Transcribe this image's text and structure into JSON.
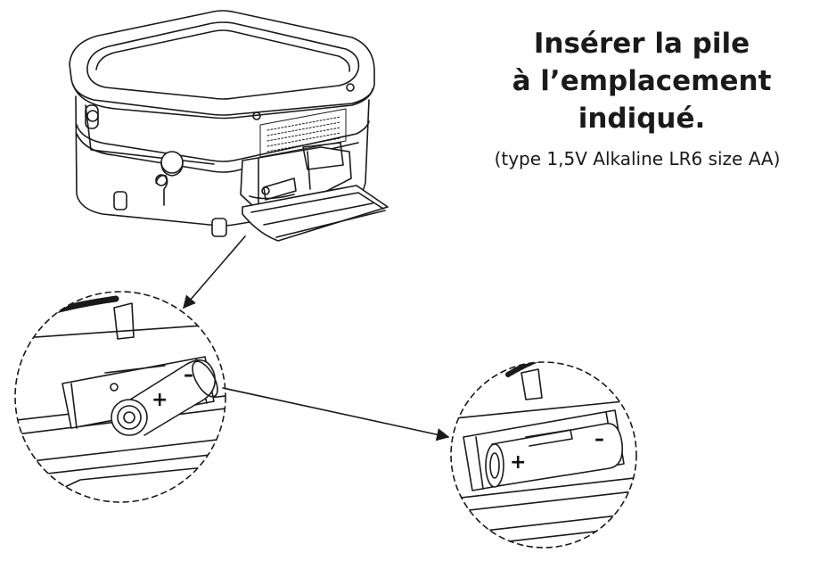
{
  "instruction": {
    "line1": "Insérer la pile",
    "line2": "à l’emplacement",
    "line3": "indiqué.",
    "battery_type": "(type 1,5V Alkaline LR6 size AA)"
  },
  "detail_left": {
    "plus": "+",
    "minus": "–"
  },
  "detail_right": {
    "plus": "+",
    "minus": "–"
  }
}
